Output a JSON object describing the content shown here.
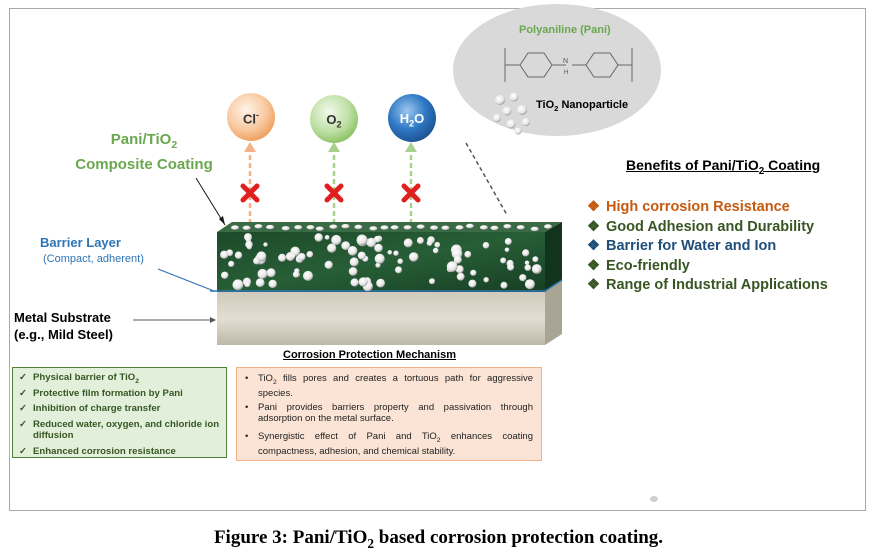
{
  "ions": {
    "chloride": {
      "label": "Cl",
      "sup": "-",
      "color": "#f4b183"
    },
    "oxygen": {
      "label": "O",
      "sub": "2",
      "color": "#a9d18e"
    },
    "water": {
      "label_a": "H",
      "sub": "2",
      "label_b": "O",
      "color": "#2e75b6"
    }
  },
  "coating_label": {
    "line1_a": "Pani/TiO",
    "line1_sub": "2",
    "line2": "Composite Coating"
  },
  "barrier": {
    "title": "Barrier Layer",
    "subtitle": "(Compact, adherent)"
  },
  "substrate": {
    "line1": "Metal Substrate",
    "line2": "(e.g., Mild Steel)"
  },
  "inset": {
    "polymer_title": "Polyaniline (Pani)",
    "nh_label": "N",
    "h_label": "H",
    "particle_label_a": "TiO",
    "particle_label_sub": "2",
    "particle_label_b": " Nanoparticle"
  },
  "benefits": {
    "title_a": "Benefits of Pani/TiO",
    "title_sub": "2",
    "title_b": " Coating",
    "bullet": "❖",
    "items": [
      {
        "text": "High corrosion Resistance",
        "color": "#c55a11"
      },
      {
        "text": "Good Adhesion and Durability",
        "color": "#375623"
      },
      {
        "text": "Barrier for Water and Ion",
        "color": "#1f4e79"
      },
      {
        "text": "Eco-friendly",
        "color": "#375623"
      },
      {
        "text": "Range of Industrial Applications",
        "color": "#375623"
      }
    ]
  },
  "mechanism": {
    "title": "Corrosion Protection Mechanism",
    "left_tick": "✓",
    "left_items": [
      {
        "a": "Physical barrier of TiO",
        "sub": "2",
        "b": ""
      },
      {
        "a": "Protective film formation by Pani",
        "sub": "",
        "b": ""
      },
      {
        "a": "Inhibition of charge transfer",
        "sub": "",
        "b": ""
      },
      {
        "a": "Reduced water, oxygen, and chloride ion diffusion",
        "sub": "",
        "b": ""
      },
      {
        "a": "Enhanced corrosion resistance",
        "sub": "",
        "b": ""
      }
    ],
    "right_dot": "•",
    "right_items": [
      {
        "a": "TiO",
        "sub": "2",
        "b": " fills pores and creates a tortuous path for aggressive species."
      },
      {
        "a": "Pani provides barriers property and passivation through adsorption on the metal surface.",
        "sub": "",
        "b": ""
      },
      {
        "a": " Synergistic effect of Pani and TiO",
        "sub": "2",
        "b": " enhances coating compactness, adhesion, and chemical stability."
      }
    ]
  },
  "caption": {
    "a": "Figure 3: Pani/TiO",
    "sub": "2",
    "b": " based corrosion protection coating."
  },
  "colors": {
    "coating": "#1e4d2b",
    "substrate": "#d9d4c4",
    "blocked_x": "#e02020",
    "inset_bg": "#d9d9d9"
  }
}
